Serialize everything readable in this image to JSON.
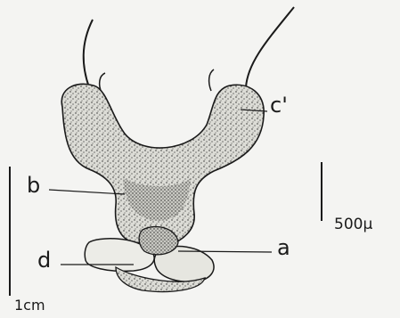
{
  "figure": {
    "labels": {
      "a": "a",
      "b": "b",
      "c": "c'",
      "d": "d"
    },
    "scale_bars": {
      "small": "500µ",
      "large": "1cm"
    },
    "colors": {
      "ink": "#1a1a1a",
      "paper": "#f4f4f2",
      "stipple_fill": "#d9d9d4"
    }
  }
}
